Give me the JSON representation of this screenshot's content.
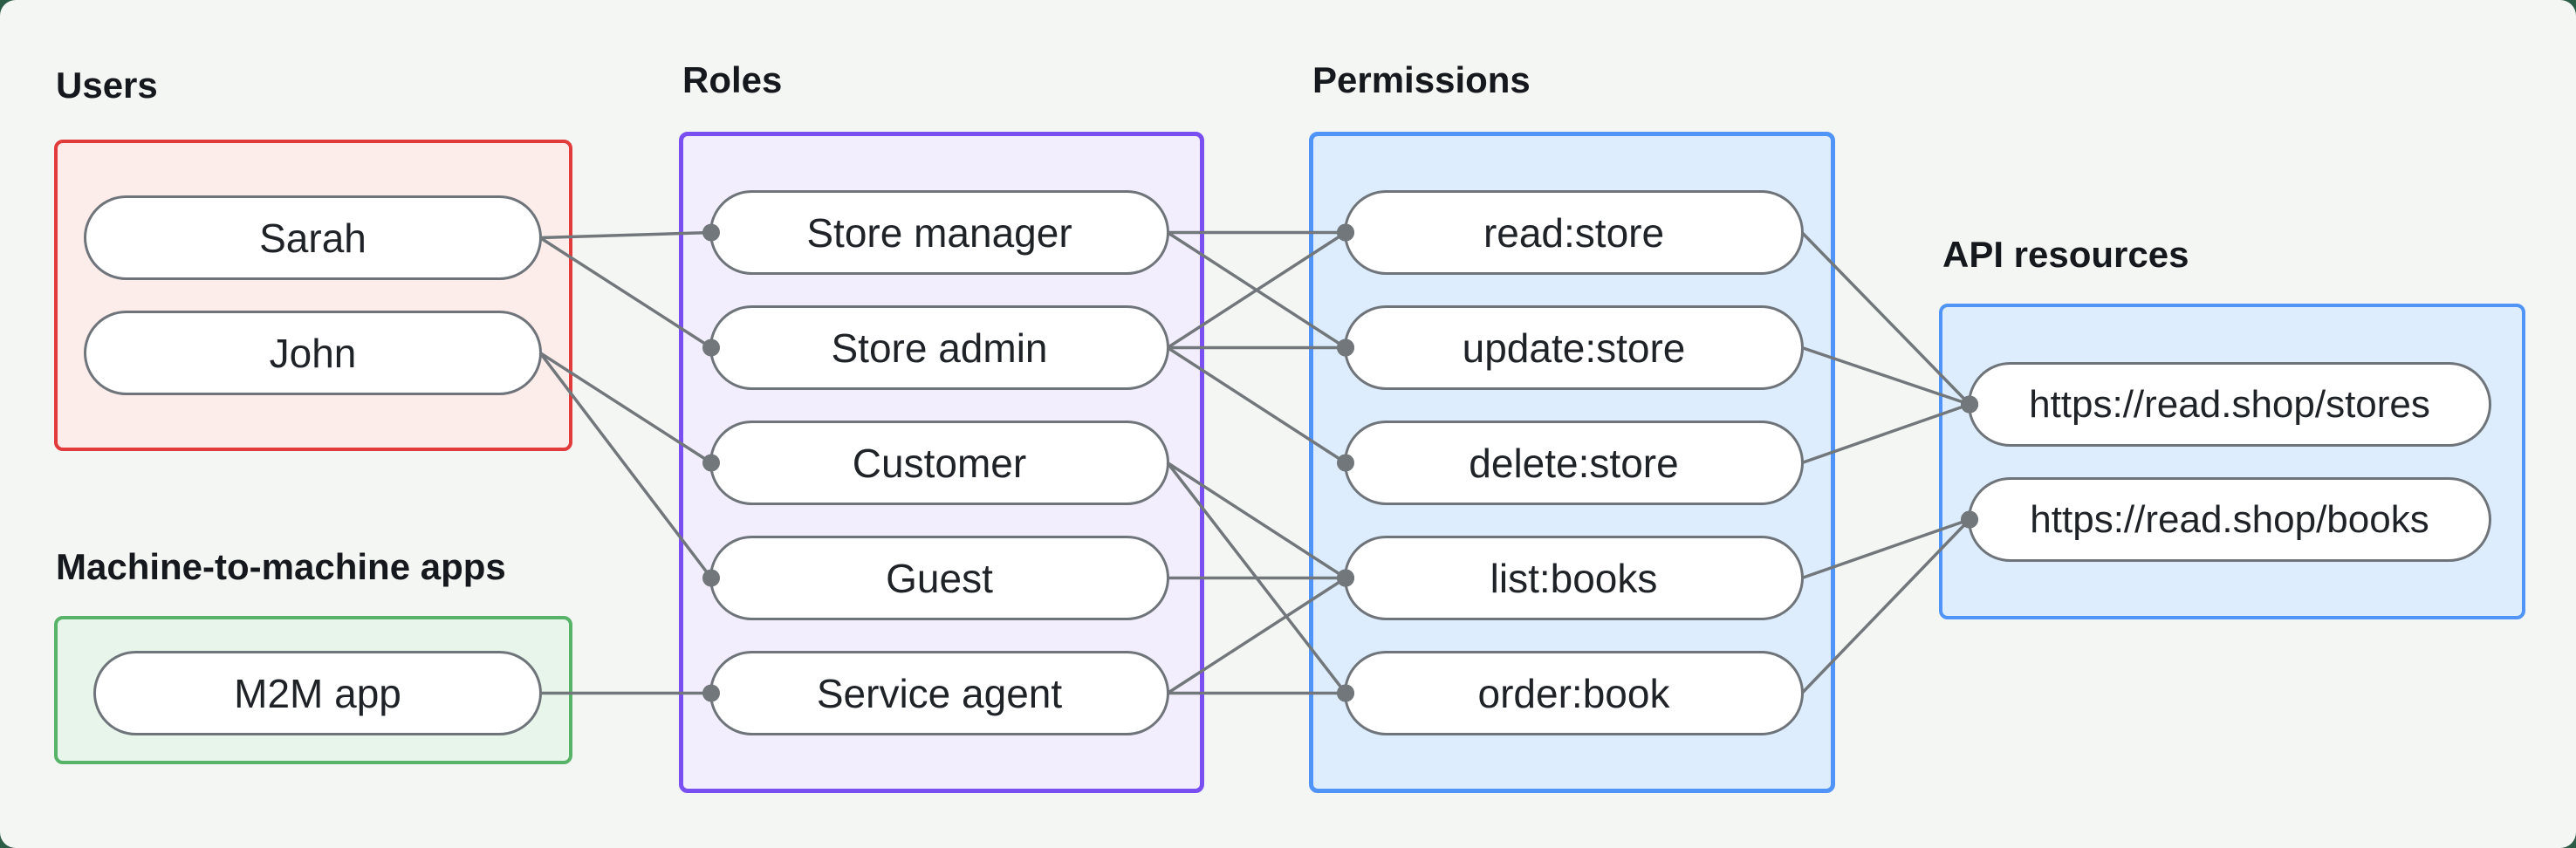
{
  "title": "Role-based access control diagram",
  "colors": {
    "canvas_background": "#f4f6f3",
    "backdrop": "#2b5c45",
    "users_border": "#e23b3b",
    "users_fill": "#fcecea",
    "m2m_border": "#57b368",
    "m2m_fill": "#e8f5ea",
    "roles_border": "#7a4ff2",
    "roles_fill": "#f3eefd",
    "permissions_border": "#4f94f6",
    "permissions_fill": "#ddedfd",
    "api_border": "#4f94f6",
    "api_fill": "#ddedfd",
    "node_border": "#6e747a",
    "node_fill": "#ffffff",
    "text": "#1f2328"
  },
  "sections": {
    "users": {
      "label": "Users"
    },
    "m2m": {
      "label": "Machine-to-machine apps"
    },
    "roles": {
      "label": "Roles"
    },
    "permissions": {
      "label": "Permissions"
    },
    "api": {
      "label": "API resources"
    }
  },
  "nodes": {
    "sarah": "Sarah",
    "john": "John",
    "m2m_app": "M2M app",
    "store_manager": "Store manager",
    "store_admin": "Store admin",
    "customer": "Customer",
    "guest": "Guest",
    "service_agent": "Service agent",
    "read_store": "read:store",
    "update_store": "update:store",
    "delete_store": "delete:store",
    "list_books": "list:books",
    "order_book": "order:book",
    "res_stores": "https://read.shop/stores",
    "res_books": "https://read.shop/books"
  },
  "edges": [
    {
      "from": "sarah",
      "to": "store_manager"
    },
    {
      "from": "sarah",
      "to": "store_admin"
    },
    {
      "from": "john",
      "to": "customer"
    },
    {
      "from": "john",
      "to": "guest"
    },
    {
      "from": "m2m_app",
      "to": "service_agent"
    },
    {
      "from": "store_manager",
      "to": "read_store"
    },
    {
      "from": "store_manager",
      "to": "update_store"
    },
    {
      "from": "store_admin",
      "to": "read_store"
    },
    {
      "from": "store_admin",
      "to": "update_store"
    },
    {
      "from": "store_admin",
      "to": "delete_store"
    },
    {
      "from": "customer",
      "to": "list_books"
    },
    {
      "from": "customer",
      "to": "order_book"
    },
    {
      "from": "guest",
      "to": "list_books"
    },
    {
      "from": "service_agent",
      "to": "list_books"
    },
    {
      "from": "service_agent",
      "to": "order_book"
    },
    {
      "from": "read_store",
      "to": "res_stores"
    },
    {
      "from": "update_store",
      "to": "res_stores"
    },
    {
      "from": "delete_store",
      "to": "res_stores"
    },
    {
      "from": "list_books",
      "to": "res_books"
    },
    {
      "from": "order_book",
      "to": "res_books"
    }
  ],
  "edge_style": {
    "color": "#72777b",
    "width": 3.5,
    "dot_radius": 10
  }
}
